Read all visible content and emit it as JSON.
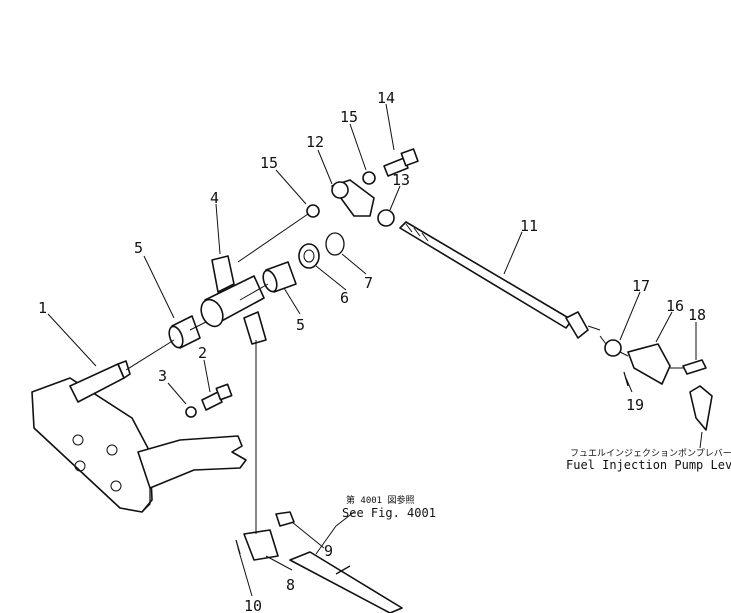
{
  "callouts": [
    {
      "id": "1",
      "text": "1"
    },
    {
      "id": "2",
      "text": "2"
    },
    {
      "id": "3",
      "text": "3"
    },
    {
      "id": "4",
      "text": "4"
    },
    {
      "id": "5a",
      "text": "5"
    },
    {
      "id": "5b",
      "text": "5"
    },
    {
      "id": "6",
      "text": "6"
    },
    {
      "id": "7",
      "text": "7"
    },
    {
      "id": "8",
      "text": "8"
    },
    {
      "id": "9",
      "text": "9"
    },
    {
      "id": "10",
      "text": "10"
    },
    {
      "id": "11",
      "text": "11"
    },
    {
      "id": "12",
      "text": "12"
    },
    {
      "id": "13",
      "text": "13"
    },
    {
      "id": "14",
      "text": "14"
    },
    {
      "id": "15a",
      "text": "15"
    },
    {
      "id": "15b",
      "text": "15"
    },
    {
      "id": "16",
      "text": "16"
    },
    {
      "id": "17",
      "text": "17"
    },
    {
      "id": "18",
      "text": "18"
    },
    {
      "id": "19",
      "text": "19"
    }
  ],
  "references": {
    "see_fig_jp": "第 4001 図参照",
    "see_fig": "See Fig. 4001",
    "pump_lever_jp": "フュエルインジェクションポンプレバー",
    "pump_lever": "Fuel Injection Pump Lever"
  }
}
